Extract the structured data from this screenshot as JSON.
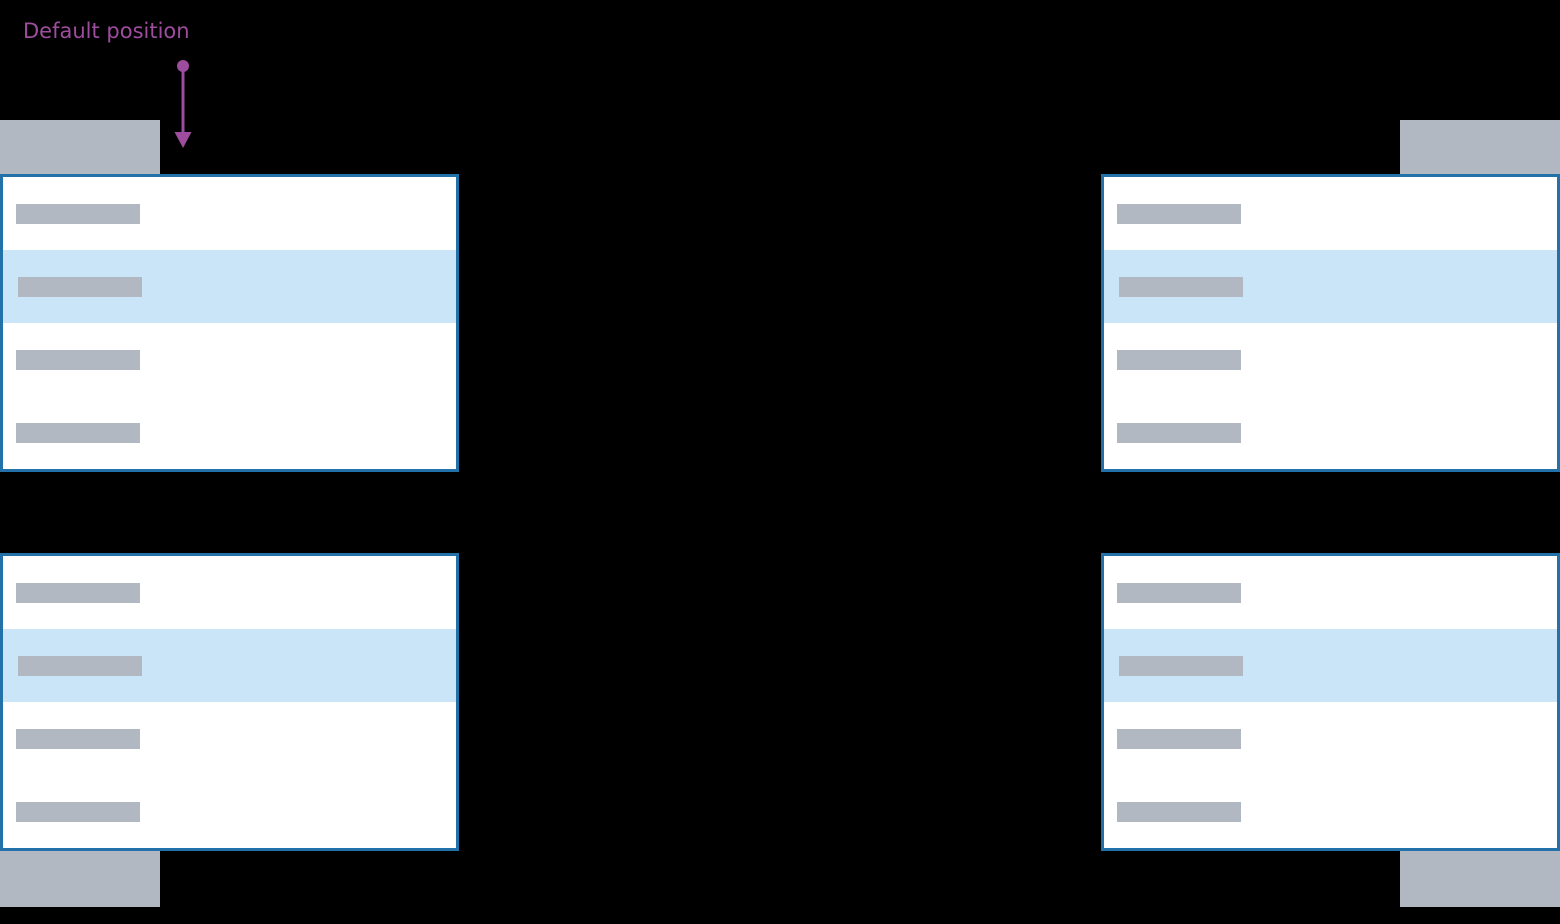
{
  "annotation": {
    "label": "Default position"
  },
  "colors": {
    "background": "#000000",
    "menu_border": "#2271a8",
    "menu_background": "#ffffff",
    "selected_item_background": "#cbe5f8",
    "placeholder_bar": "#b2b8c2",
    "trigger_background": "#b2b8c2",
    "annotation": "#9e4d9e"
  },
  "dropdowns": [
    {
      "id": "top-left",
      "corner": "top-left",
      "menu_direction": "below-trigger",
      "items": [
        {
          "selected": false
        },
        {
          "selected": true
        },
        {
          "selected": false
        },
        {
          "selected": false
        }
      ]
    },
    {
      "id": "top-right",
      "corner": "top-right",
      "menu_direction": "below-trigger",
      "items": [
        {
          "selected": false
        },
        {
          "selected": true
        },
        {
          "selected": false
        },
        {
          "selected": false
        }
      ]
    },
    {
      "id": "bottom-left",
      "corner": "bottom-left",
      "menu_direction": "above-trigger",
      "items": [
        {
          "selected": false
        },
        {
          "selected": true
        },
        {
          "selected": false
        },
        {
          "selected": false
        }
      ]
    },
    {
      "id": "bottom-right",
      "corner": "bottom-right",
      "menu_direction": "above-trigger",
      "items": [
        {
          "selected": false
        },
        {
          "selected": true
        },
        {
          "selected": false
        },
        {
          "selected": false
        }
      ]
    }
  ]
}
